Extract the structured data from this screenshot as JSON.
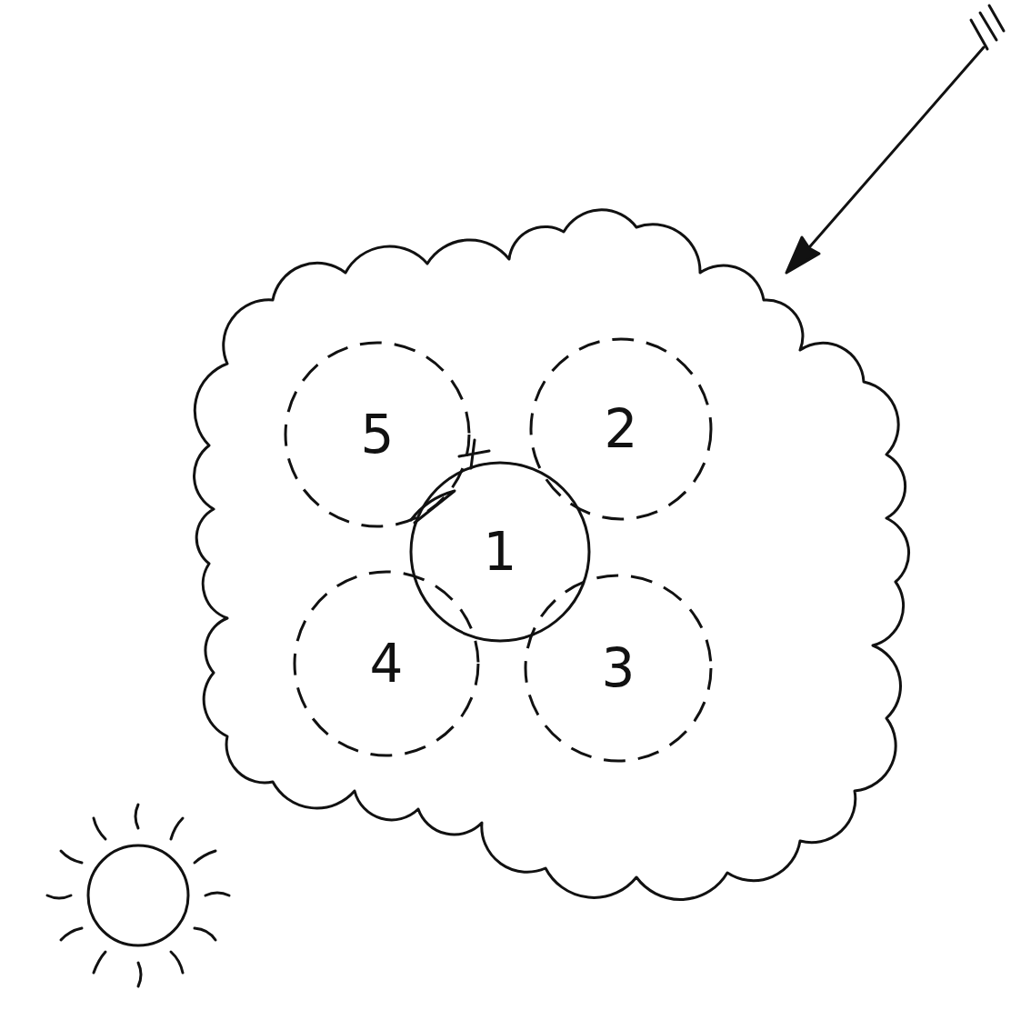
{
  "diagram": {
    "nodes": [
      {
        "text": [
          "5"
        ]
      },
      {
        "text": [
          "2"
        ]
      },
      {
        "text": [
          "1"
        ]
      },
      {
        "text": [
          "4"
        ]
      },
      {
        "text": [
          "3"
        ]
      }
    ]
  }
}
